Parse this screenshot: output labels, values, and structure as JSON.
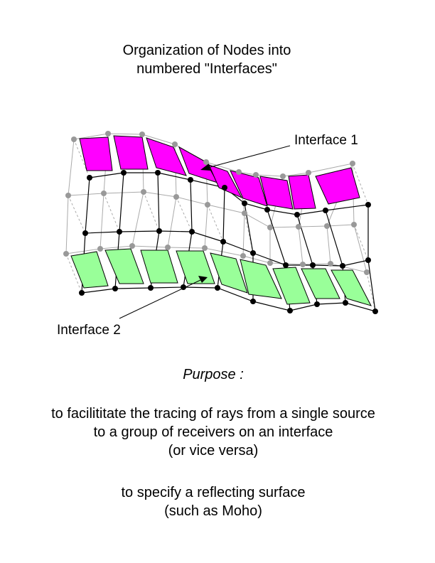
{
  "title": {
    "line1": "Organization of Nodes into",
    "line2": "numbered \"Interfaces\""
  },
  "labels": {
    "interface1": "Interface 1",
    "interface2": "Interface 2"
  },
  "purpose": {
    "heading": "Purpose :",
    "item1_line1": "to facilititate the tracing of rays from a single source",
    "item1_line2": "to a group of receivers on an interface",
    "item1_line3": "(or vice versa)",
    "item2_line1": "to specify a reflecting surface",
    "item2_line2": "(such as Moho)"
  },
  "colors": {
    "interface1_fill": "#ff00ff",
    "interface2_fill": "#99ff99",
    "node_primary": "#000000",
    "node_secondary": "#999999",
    "grid_line": "#aaaaaa"
  }
}
